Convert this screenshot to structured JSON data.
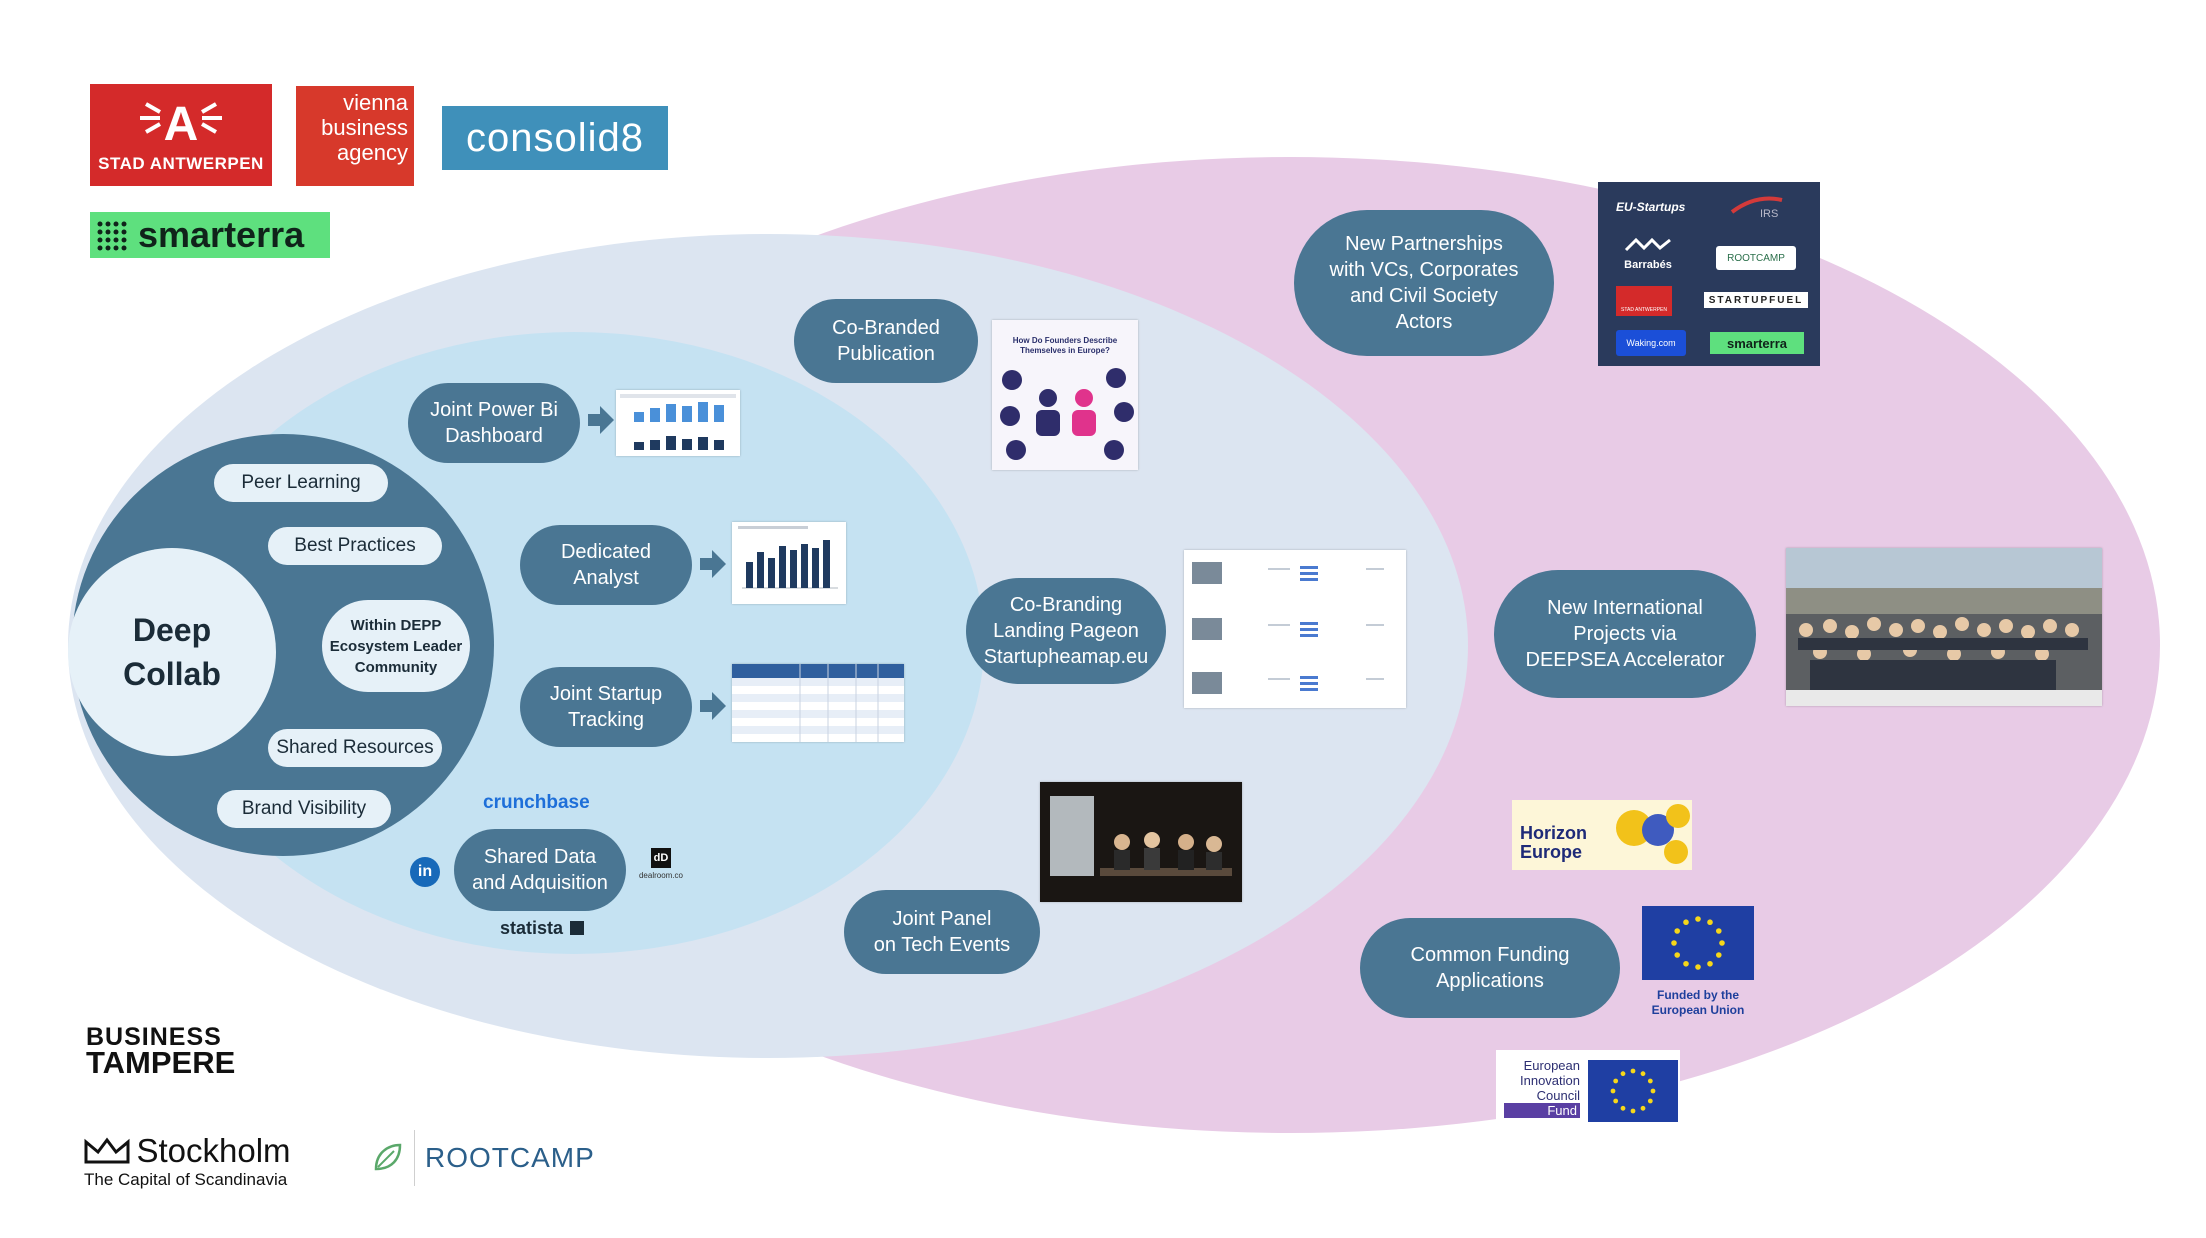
{
  "colors": {
    "outer_ellipse": "#e8cbe6",
    "middle_ellipse": "#dce5f1",
    "inner_ellipse": "#c5e2f2",
    "core_circle": "#4a7693",
    "pill": "#4a7693",
    "tag": "#e6f1f8"
  },
  "core": {
    "title_line1": "Deep",
    "title_line2": "Collab",
    "community": "Within DEPP\nEcosystem Leader\nCommunity",
    "items": [
      "Peer Learning",
      "Best Practices",
      "Shared Resources",
      "Brand Visibility"
    ]
  },
  "inner_ring": {
    "joint_powerbi": "Joint Power Bi\nDashboard",
    "dedicated_analyst": "Dedicated\nAnalyst",
    "joint_startup_tracking": "Joint Startup\nTracking",
    "shared_data": "Shared Data\nand Adquisition"
  },
  "middle_ring": {
    "co_branded_publication": "Co-Branded\nPublication",
    "co_branding_landing": "Co-Branding\nLanding Pageon\nStartupheamap.eu",
    "joint_panel": "Joint Panel\non Tech Events"
  },
  "outer_ring": {
    "new_partnerships": "New Partnerships\nwith VCs, Corporates\nand Civil Society\nActors",
    "new_international": "New International\nProjects via\nDEEPSEA Accelerator",
    "common_funding": "Common Funding\nApplications"
  },
  "publication_thumb": {
    "title": "How Do Founders Describe Themselves in Europe?"
  },
  "data_sources": {
    "crunchbase": "crunchbase",
    "statista": "statista",
    "dealroom": "dealroom.co",
    "linkedin": "in"
  },
  "partner_logos": {
    "stad_antwerpen": "STAD ANTWERPEN",
    "vienna": "vienna\nbusiness\nagency",
    "consolid8": "consolid8",
    "smarterra": "smarterra",
    "business_tampere_line1": "BUSINESS",
    "business_tampere_line2": "TAMPERE",
    "stockholm": "Stockholm",
    "stockholm_tagline": "The Capital of Scandinavia",
    "rootcamp": "ROOTCAMP"
  },
  "partners_grid": {
    "eu_startups": "EU-Startups",
    "irs": "IRS",
    "barrabes": "Barrabés",
    "rootcamp": "ROOTCAMP",
    "stad": "STAD ANTWERPEN",
    "startupfuel": "STARTUPFUEL",
    "waking": "Waking.com",
    "smarterra": "smarterra"
  },
  "funding_logos": {
    "horizon_line1": "Horizon",
    "horizon_line2": "Europe",
    "funded_line1": "Funded by the",
    "funded_line2": "European Union",
    "eic_line1": "European",
    "eic_line2": "Innovation",
    "eic_line3": "Council",
    "eic_line4": "Fund"
  }
}
